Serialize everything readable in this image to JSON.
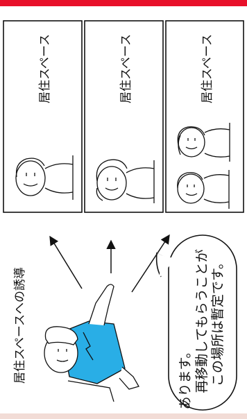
{
  "colors": {
    "accent_red": "#e8102a",
    "bottom_bar": "#f2dcd6",
    "line": "#111111",
    "vest": "#29aee6"
  },
  "diagram": {
    "heading": "居住スペースへの誘導",
    "spaces": [
      {
        "label": "居住スペース",
        "occupants": 1
      },
      {
        "label": "居住スペース",
        "occupants": 1
      },
      {
        "label": "居住スペース",
        "occupants": 2
      }
    ],
    "speech_bubble": {
      "lines": [
        "この場所は暫定です。",
        "再移動してもらうことが",
        "あります。"
      ]
    },
    "icons": [
      "guide-person-icon",
      "arrow-icon",
      "person-icon",
      "speech-bubble-icon"
    ]
  }
}
